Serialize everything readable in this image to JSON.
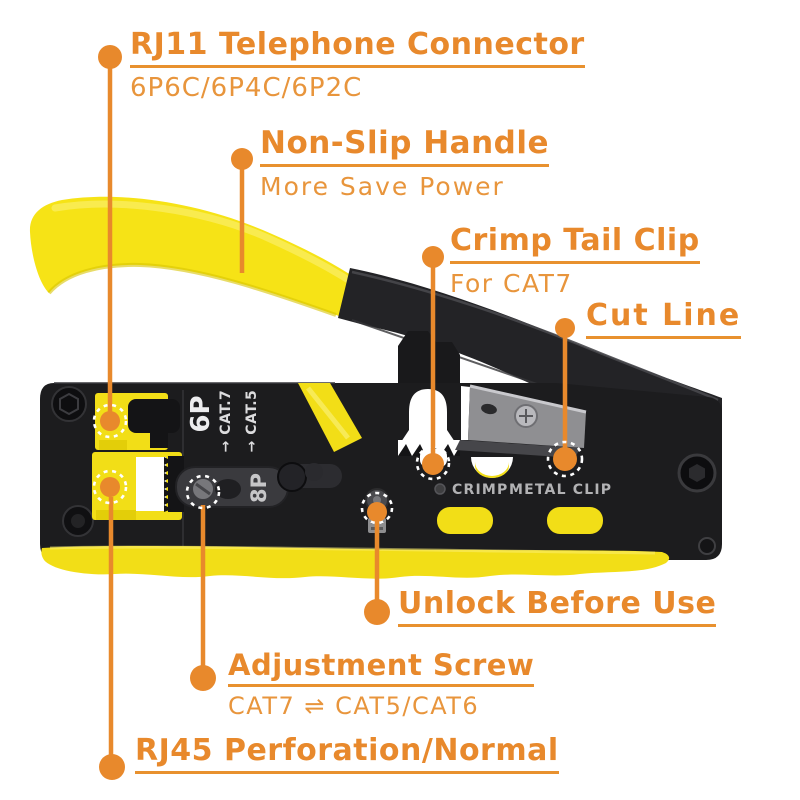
{
  "annotations": {
    "rj11": {
      "title": "RJ11 Telephone Connector",
      "subtitle": "6P6C/6P4C/6P2C"
    },
    "non_slip": {
      "title": "Non-Slip Handle",
      "subtitle": "More Save Power"
    },
    "crimp_tail": {
      "title": "Crimp Tail Clip",
      "subtitle": "For CAT7"
    },
    "cut_line": {
      "title": "Cut Line"
    },
    "unlock": {
      "title": "Unlock Before Use"
    },
    "adjustment": {
      "title": "Adjustment Screw",
      "subtitle": "CAT7 ⇌ CAT5/CAT6"
    },
    "rj45": {
      "title": "RJ45 Perforation/Normal"
    }
  },
  "tool_markings": {
    "crimp": "CRIMP",
    "metal_clip": "METAL CLIP",
    "port6": "6P",
    "port8": "8P",
    "cat7": "→ CAT.7",
    "cat5": "→ CAT.5"
  },
  "colors": {
    "accent_orange": "#E8892C",
    "handle_yellow": "#F6E316",
    "body_black": "#1C1C1E",
    "blade_gray": "#919194"
  }
}
